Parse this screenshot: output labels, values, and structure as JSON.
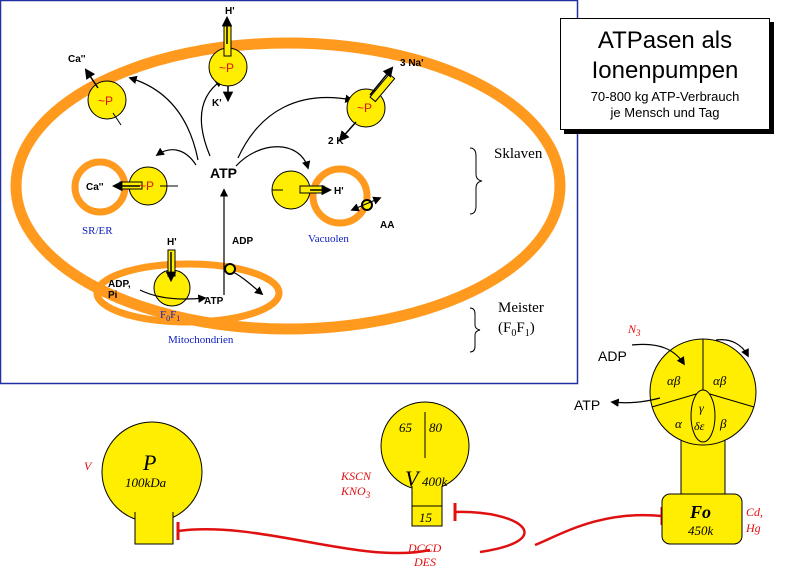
{
  "title_box": {
    "line1": "ATPasen als",
    "line2": "Ionenpumpen",
    "sub1": "70-800 kg ATP-Verbrauch",
    "sub2": "je Mensch und Tag"
  },
  "cell": {
    "atp_center": "ATP",
    "adp_label": "ADP",
    "pump_label": "~P",
    "ca_top": "Ca''",
    "h_top": "H'",
    "k_top": "K'",
    "na_right": "3 Na'",
    "k_right": "2 K'",
    "ca_left": "Ca''",
    "sr_er": "SR/ER",
    "h_vac": "H'",
    "aa": "AA",
    "vacuolen": "Vacuolen",
    "h_mito": "H'",
    "adp_pi_1": "ADP,",
    "adp_pi_2": "Pi",
    "atp_mito": "ATP",
    "f0f1_F": "F",
    "f0f1_sub0": "0",
    "f0f1_F2": "F",
    "f0f1_sub1": "1",
    "mitochondrien": "Mitochondrien"
  },
  "side_labels": {
    "sklaven": "Sklaven",
    "meister": "Meister",
    "meister_sub_open": "(F",
    "meister_sub0": "0",
    "meister_F": "F",
    "meister_sub1": "1",
    "meister_close": ")"
  },
  "pumps": {
    "p_type": {
      "letter": "P",
      "mass": "100kDa",
      "inhibitor": "V"
    },
    "v_type": {
      "letter": "V",
      "mass": "400k",
      "sub_left": "65",
      "sub_right": "80",
      "stalk": "15",
      "inhibitor_1": "KSCN",
      "inhibitor_2": "KNO",
      "inhibitor_2_sub": "3"
    },
    "f_type": {
      "alpha_beta_left": "αβ",
      "alpha_beta_right": "αβ",
      "alpha": "α",
      "beta": "β",
      "gamma": "γ",
      "delta_eps": "δε",
      "base": "Fo",
      "base_mass": "450k",
      "inhibitor_top": "N",
      "inhibitor_top_sub": "3",
      "adp": "ADP",
      "atp": "ATP",
      "cd": "Cd,",
      "hg": "Hg"
    },
    "shared_inhibitor_1": "DCCD",
    "shared_inhibitor_2": "DES"
  },
  "colors": {
    "membrane": "#ff9a1e",
    "pump_fill": "#ffee00",
    "inhibitor_red": "#e01010",
    "label_blue": "#1020c0",
    "frame_blue": "#2030a0"
  }
}
